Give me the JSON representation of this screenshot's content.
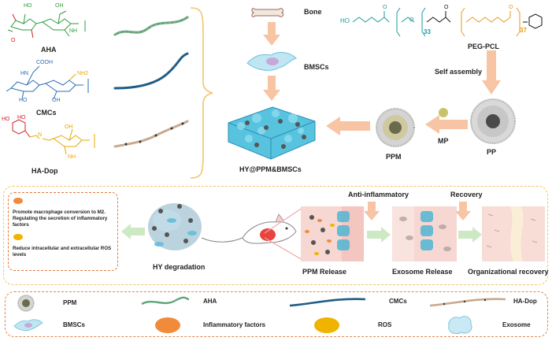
{
  "top": {
    "aha_label": "AHA",
    "cmcs_label": "CMCs",
    "hadop_label": "HA-Dop",
    "bone_label": "Bone",
    "bmscs_label": "BMSCs",
    "pegpcl_label": "PEG-PCL",
    "self_assembly_label": "Self assembly",
    "pp_label": "PP",
    "mp_label": "MP",
    "ppm_label": "PPM",
    "hydrogel_label": "HY@PPM&BMSCs",
    "peg_repeat": "33",
    "pcl_repeat": "37"
  },
  "chem": {
    "aha": [
      "HO",
      "O",
      "OH",
      "OH",
      "O",
      "NH",
      "O",
      "O",
      "O"
    ],
    "cmcs": [
      "HN",
      "COOH",
      "O",
      "OH",
      "NH2",
      "HO",
      "OH",
      "O",
      "O"
    ],
    "hadop": [
      "HO",
      "HO",
      "N",
      "H",
      "O",
      "OH",
      "OH",
      "O",
      "HO",
      "NH",
      "O",
      "O"
    ],
    "peg": [
      "HO",
      "O",
      "O",
      "O",
      "O",
      "O"
    ]
  },
  "process": {
    "anti_inflammatory_label": "Anti-inflammatory",
    "recovery_label": "Recovery",
    "hy_degradation_label": "HY degradation",
    "ppm_release_label": "PPM Release",
    "exosome_release_label": "Exosome Release",
    "organizational_recovery_label": "Organizational recovery"
  },
  "mechanism": {
    "item1": "Promote macrophage conversion to M2. Regulating the secretion of inflammatory factors",
    "item2": "Reduce intracellular and extracellular ROS levels"
  },
  "legend": {
    "ppm": "PPM",
    "aha": "AHA",
    "cmcs": "CMCs",
    "hadop": "HA-Dop",
    "bmscs": "BMSCs",
    "inflammatory": "Inflammatory factors",
    "ros": "ROS",
    "exosome": "Exosome"
  },
  "colors": {
    "aha": "#2e9b3e",
    "cmcs": "#2b6fb3",
    "hadop": "#e8a800",
    "oxygen_red": "#d0202a",
    "peg_teal": "#1b9aa0",
    "pcl_orange": "#e89a1a",
    "arrow_peach": "#f7c4a4",
    "arrow_green": "#cde9c4",
    "panel_border": "#f0c66a"
  }
}
